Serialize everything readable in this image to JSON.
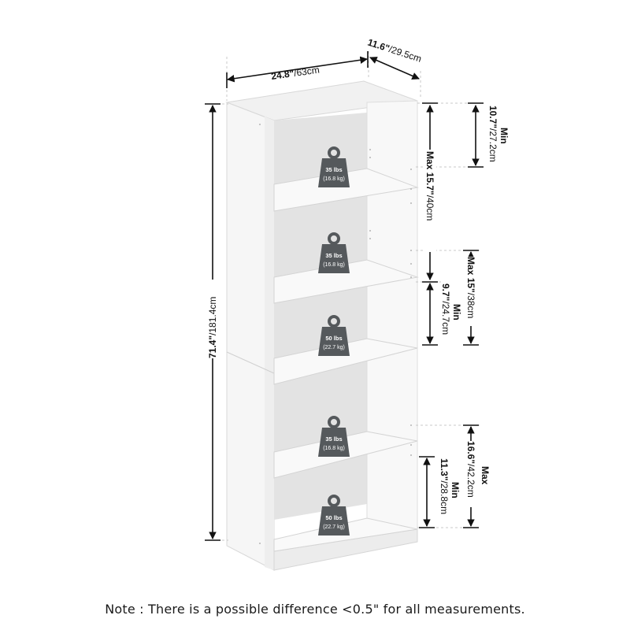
{
  "dimensions": {
    "width": {
      "imperial": "24.8\"",
      "metric": "/63cm"
    },
    "depth": {
      "imperial": "11.6\"",
      "metric": "/29.5cm"
    },
    "height": {
      "imperial": "71.4\"",
      "metric": "/181.4cm"
    },
    "shelf1_min": {
      "prefix": "Min",
      "imperial": "10.7\"",
      "metric": "/27.2cm"
    },
    "shelf1_max": {
      "prefix": "Max",
      "imperial": "15.7\"",
      "metric": "/40cm"
    },
    "shelf3_min": {
      "prefix": "Min",
      "imperial": "9.7\"",
      "metric": "/24.7cm"
    },
    "shelf3_max": {
      "prefix": "Max",
      "imperial": "15\"",
      "metric": "/38cm"
    },
    "shelf5_min": {
      "prefix": "Min",
      "imperial": "11.3\"",
      "metric": "/28.8cm"
    },
    "shelf4_max": {
      "prefix": "Max",
      "imperial": "16.6\"",
      "metric": "/42.2cm"
    }
  },
  "weights": [
    {
      "lbs": "35 lbs",
      "kg": "(16.8 kg)"
    },
    {
      "lbs": "35 lbs",
      "kg": "(16.8 kg)"
    },
    {
      "lbs": "50 lbs",
      "kg": "(22.7 kg)"
    },
    {
      "lbs": "35 lbs",
      "kg": "(16.8 kg)"
    },
    {
      "lbs": "50 lbs",
      "kg": "(22.7 kg)"
    }
  ],
  "note": "Note : There is a possible difference <0.5\" for all measurements.",
  "colors": {
    "panel": "#f6f6f6",
    "back": "#e4e4e4",
    "edge": "#d6d6d6",
    "weight_icon": "#55595c",
    "dimension_line": "#111111"
  }
}
